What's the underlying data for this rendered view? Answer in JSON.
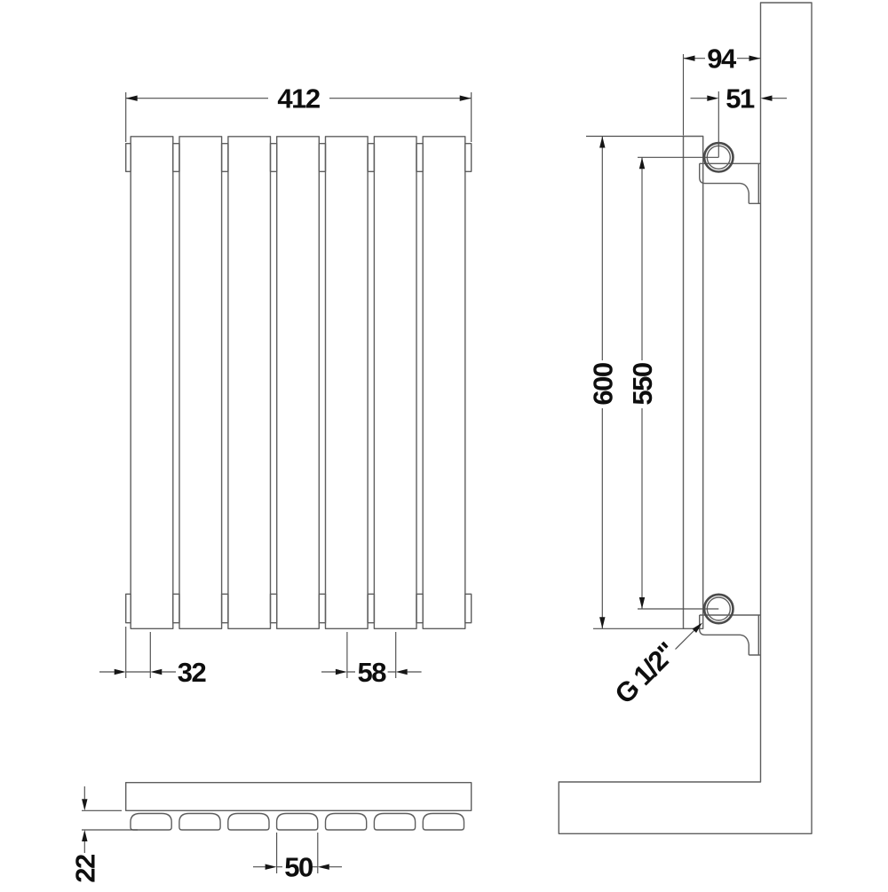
{
  "drawing_type": "radiator installation dimension drawing",
  "front_view": {
    "width_label": "412",
    "first_panel_offset_label": "32",
    "panel_pitch_label": "58",
    "panel_count": 7
  },
  "side_view": {
    "wall_offset_label": "94",
    "pipe_to_wall_label": "51",
    "height_label": "600",
    "pipe_centers_label": "550",
    "pipe_thread_label": "G 1/2\""
  },
  "bottom_view": {
    "tube_pitch_label": "50",
    "depth_label": "22",
    "tube_count": 7
  },
  "colors": {
    "background": "#ffffff",
    "geometry_line": "#5e5e5e",
    "dimension_line": "#4f4f4f",
    "text": "#0e0e0e"
  }
}
